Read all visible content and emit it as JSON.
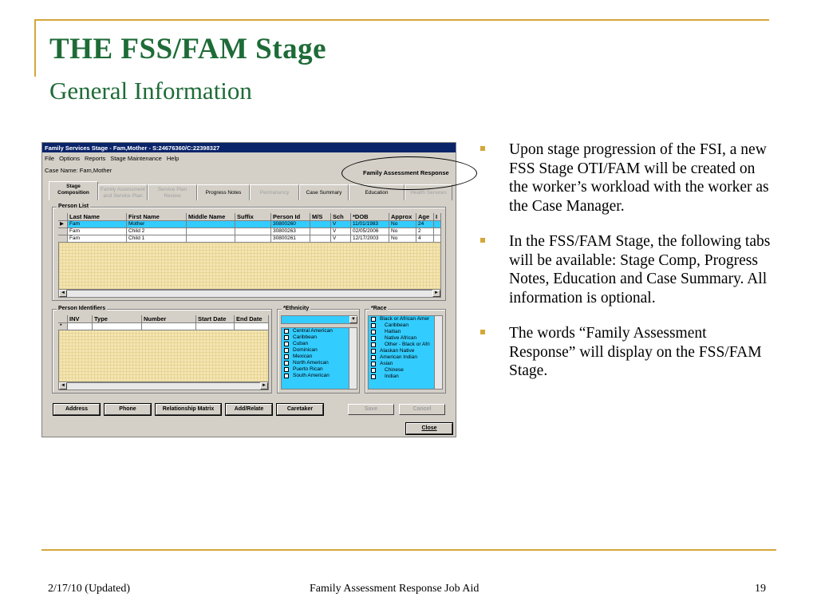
{
  "slide": {
    "title": "THE FSS/FAM Stage",
    "subtitle": "General Information",
    "bullets": [
      "Upon stage progression of the FSI, a new FSS Stage OTI/FAM will be created on the worker’s workload with the worker as the Case Manager.",
      "In the FSS/FAM Stage, the following tabs will be available: Stage Comp, Progress Notes, Education and Case Summary. All information is optional.",
      "The words  “Family Assessment Response” will display on the FSS/FAM Stage."
    ],
    "footer": {
      "date": "2/17/10 (Updated)",
      "center": "Family Assessment Response Job Aid",
      "page": "19"
    },
    "accent_color": "#d4a73a",
    "title_color": "#1e6b37"
  },
  "window": {
    "title": "Family Services Stage - Fam,Mother - S:24676360/C:22398327",
    "menu": [
      "File",
      "Options",
      "Reports",
      "Stage Maintenance",
      "Help"
    ],
    "case_name": "Case Name:  Fam,Mother",
    "far_label": "Family Assessment Response",
    "tabs": [
      {
        "l1": "Stage",
        "l2": "Composition"
      },
      {
        "l1": "Family Assessment",
        "l2": "and Service Plan"
      },
      {
        "l1": "Service Plan",
        "l2": "Review"
      },
      {
        "l1": "Progress Notes",
        "l2": ""
      },
      {
        "l1": "Permanency",
        "l2": ""
      },
      {
        "l1": "Case Summary",
        "l2": ""
      },
      {
        "l1": "Education",
        "l2": ""
      },
      {
        "l1": "Health Services",
        "l2": ""
      }
    ],
    "person_list": {
      "label": "Person List",
      "columns": [
        "Last Name",
        "First Name",
        "Middle Name",
        "Suffix",
        "Person Id",
        "M/S",
        "Sch",
        "*DOB",
        "Approx",
        "Age",
        "I"
      ],
      "rows": [
        [
          "Fam",
          "Mother",
          "",
          "",
          "30800260",
          "",
          "V",
          "11/01/1983",
          "No",
          "24",
          ""
        ],
        [
          "Fam",
          "Child 2",
          "",
          "",
          "30800263",
          "",
          "V",
          "02/05/2006",
          "No",
          "2",
          ""
        ],
        [
          "Fam",
          "Child 1",
          "",
          "",
          "30800261",
          "",
          "V",
          "12/17/2003",
          "No",
          "4",
          ""
        ]
      ]
    },
    "person_identifiers": {
      "label": "Person Identifiers",
      "columns": [
        "INV",
        "Type",
        "Number",
        "Start Date",
        "End Date"
      ],
      "new_row_marker": "*"
    },
    "ethnicity": {
      "label": "*Ethnicity",
      "items": [
        "Central American",
        "Caribbean",
        "Cuban",
        "Dominican",
        "Mexican",
        "North American",
        "Puerto Rican",
        "South American"
      ]
    },
    "race": {
      "label": "*Race",
      "items": [
        "Black or African Amer",
        "Caribbean",
        "Haitian",
        "Native African",
        "Other - Black or Afri",
        "Alaskan Native",
        "American Indian",
        "Asian",
        "Chinese",
        "Indian"
      ]
    },
    "buttons": {
      "address": "Address",
      "phone": "Phone",
      "relationship": "Relationship Matrix",
      "add_relate": "Add/Relate",
      "caretaker": "Caretaker",
      "save": "Save",
      "cancel": "Cancel",
      "close": "Close"
    }
  }
}
